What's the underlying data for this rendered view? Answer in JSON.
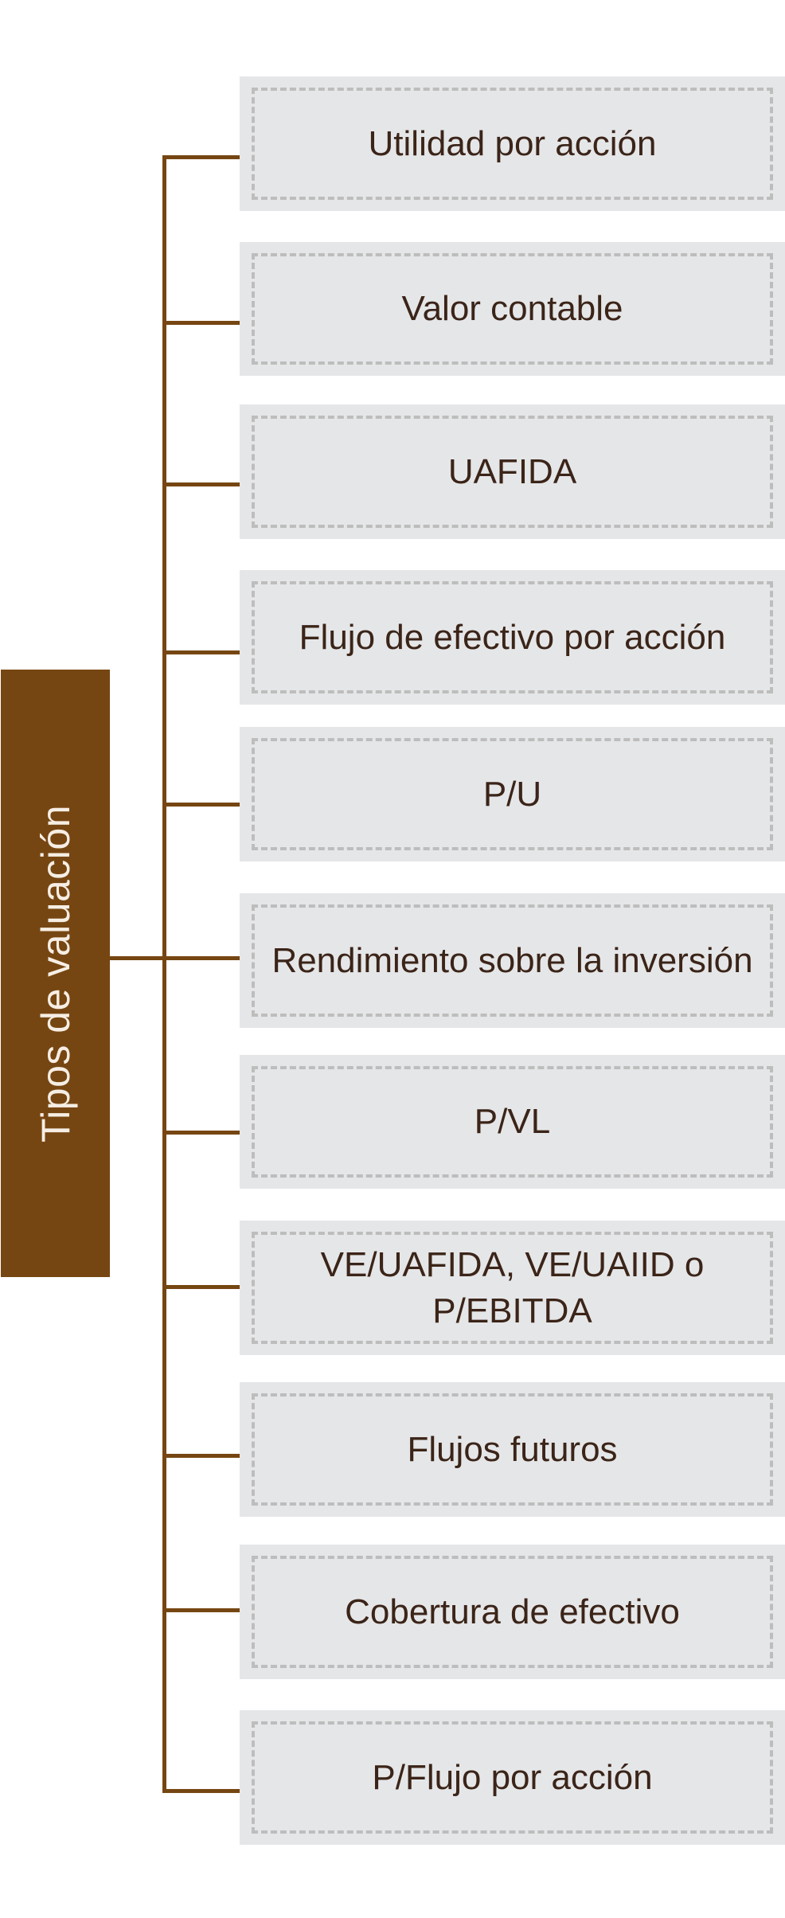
{
  "diagram": {
    "type": "tree",
    "root": {
      "label": "Tipos de valuación"
    },
    "colors": {
      "root_fill": "#764612",
      "root_text": "#f6eee4",
      "connector": "#764612",
      "node_fill": "#e5e6e8",
      "node_border": "#bdbdbd",
      "node_text": "#3b2418"
    },
    "children": [
      {
        "label": "Utilidad por acción"
      },
      {
        "label": "Valor contable"
      },
      {
        "label": "UAFIDA"
      },
      {
        "label": "Flujo de efectivo por acción"
      },
      {
        "label": "P/U"
      },
      {
        "label": "Rendimiento sobre la inversión"
      },
      {
        "label": "P/VL"
      },
      {
        "label": "VE/UAFIDA, VE/UAIID o P/EBITDA"
      },
      {
        "label": "Flujos futuros"
      },
      {
        "label": "Cobertura de efectivo"
      },
      {
        "label": "P/Flujo por acción"
      }
    ]
  }
}
